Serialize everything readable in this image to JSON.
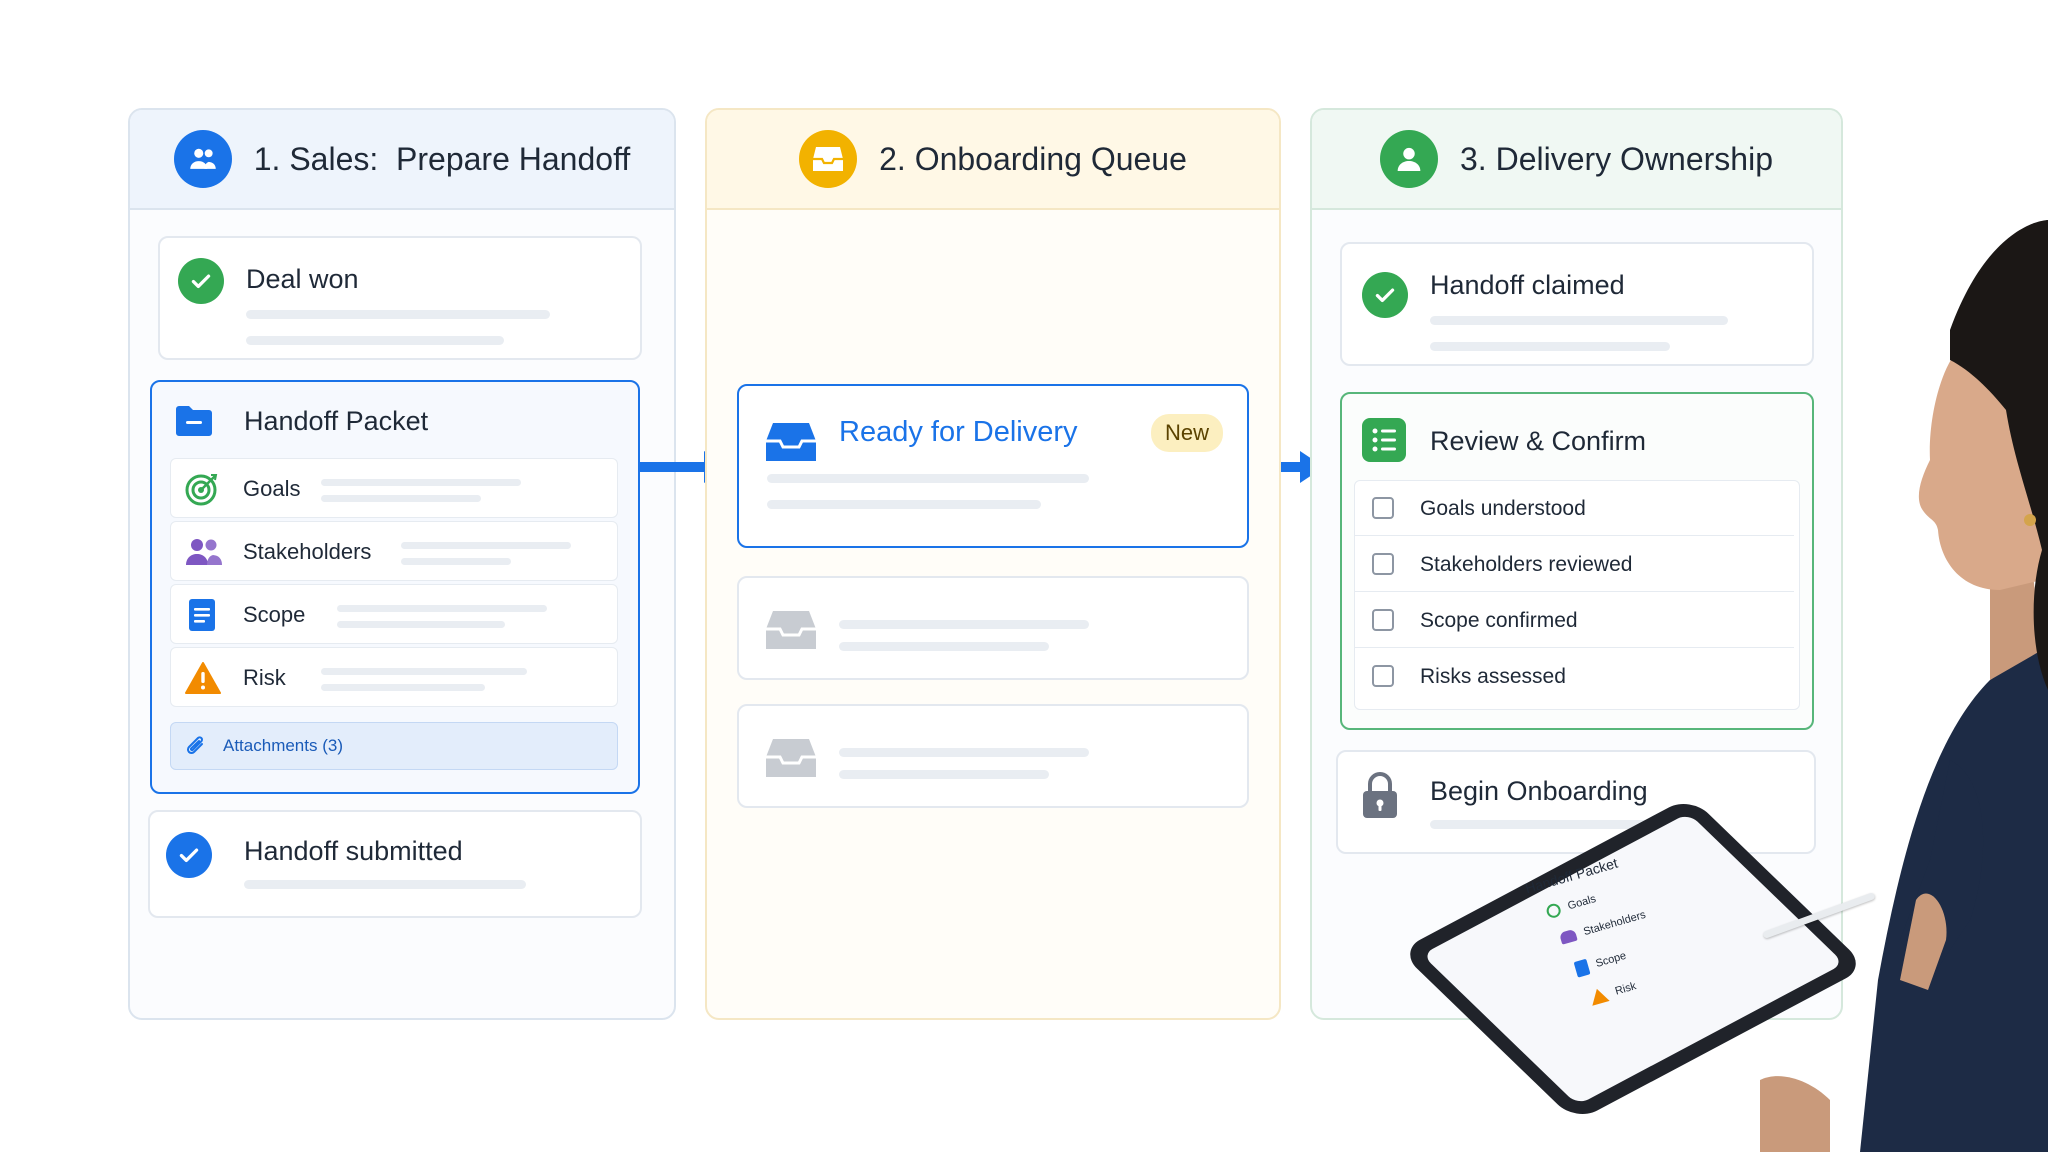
{
  "columns": {
    "sales": {
      "title": "1. Sales:  Prepare Handoff",
      "deal_won": "Deal won",
      "packet": {
        "title": "Handoff Packet",
        "items": [
          "Goals",
          "Stakeholders",
          "Scope",
          "Risk"
        ],
        "attachments": "Attachments (3)"
      },
      "submitted": "Handoff submitted"
    },
    "queue": {
      "title": "2. Onboarding Queue",
      "ready": "Ready for Delivery",
      "badge": "New"
    },
    "delivery": {
      "title": "3. Delivery Ownership",
      "claimed": "Handoff claimed",
      "review": {
        "title": "Review & Confirm",
        "items": [
          "Goals understood",
          "Stakeholders reviewed",
          "Scope confirmed",
          "Risks assessed"
        ]
      },
      "begin": "Begin Onboarding"
    }
  },
  "tablet": {
    "title": "Handoff Packet",
    "items": [
      "Goals",
      "Stakeholders",
      "Scope",
      "Risk"
    ]
  },
  "colors": {
    "blue": "#1a73e8",
    "green": "#34a853",
    "amber": "#f2b200",
    "orange": "#f28b00",
    "purple": "#7e57c2"
  }
}
